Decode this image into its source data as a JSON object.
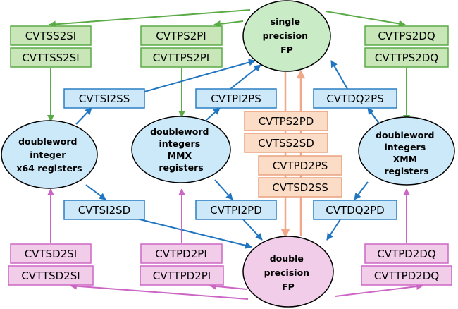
{
  "nodes": {
    "single_fp": {
      "lines": [
        "single",
        "precision",
        "FP"
      ]
    },
    "double_fp": {
      "lines": [
        "double",
        "precision",
        "FP"
      ]
    },
    "x64_int": {
      "lines": [
        "doubleword",
        "integer",
        "x64 registers"
      ]
    },
    "mmx_int": {
      "lines": [
        "doubleword",
        "integers",
        "MMX",
        "registers"
      ]
    },
    "xmm_int": {
      "lines": [
        "doubleword",
        "integers",
        "XMM",
        "registers"
      ]
    }
  },
  "instructions": {
    "cvtss2si": "CVTSS2SI",
    "cvttss2si": "CVTTSS2SI",
    "cvtps2pi": "CVTPS2PI",
    "cvttps2pi": "CVTTPS2PI",
    "cvtps2dq": "CVTPS2DQ",
    "cvttps2dq": "CVTTPS2DQ",
    "cvtsi2ss": "CVTSI2SS",
    "cvtpi2ps": "CVTPI2PS",
    "cvtdq2ps": "CVTDQ2PS",
    "cvtps2pd": "CVTPS2PD",
    "cvtss2sd": "CVTSS2SD",
    "cvtpd2ps": "CVTPD2PS",
    "cvtsd2ss": "CVTSD2SS",
    "cvtsi2sd": "CVTSI2SD",
    "cvtpi2pd": "CVTPI2PD",
    "cvtdq2pd": "CVTDQ2PD",
    "cvtsd2si": "CVTSD2SI",
    "cvttsd2si": "CVTTSD2SI",
    "cvtpd2pi": "CVTPD2PI",
    "cvttpd2pi": "CVTTPD2PI",
    "cvtpd2dq": "CVTPD2DQ",
    "cvttpd2dq": "CVTTPD2DQ"
  },
  "colors": {
    "green_fill": "#c8e6b8",
    "green_stroke": "#5aaa46",
    "green_arrow": "#5aaa46",
    "blue_fill": "#cde9f9",
    "blue_stroke": "#2b7fc4",
    "blue_arrow": "#1f75c0",
    "peach_fill": "#fbdcc6",
    "peach_stroke": "#e9a27e",
    "peach_arrow": "#f0a888",
    "pink_fill": "#f2cdea",
    "pink_stroke": "#cc66c4",
    "pink_arrow": "#cc66c4",
    "int_ellipse_fill": "#cce9f9",
    "single_ellipse_fill": "#c9ecc6",
    "double_ellipse_fill": "#f2cdea"
  }
}
